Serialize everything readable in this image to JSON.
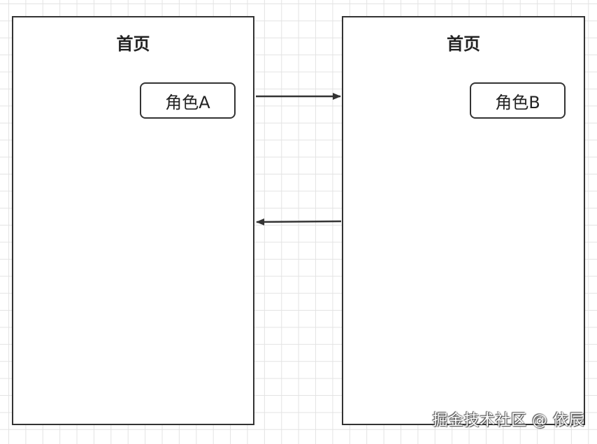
{
  "left_page": {
    "title": "首页",
    "role_label": "角色A"
  },
  "right_page": {
    "title": "首页",
    "role_label": "角色B"
  },
  "watermark": "掘金技术社区 @ 依辰",
  "colors": {
    "border": "#333333",
    "grid": "#e3e3e3",
    "text": "#222222"
  }
}
